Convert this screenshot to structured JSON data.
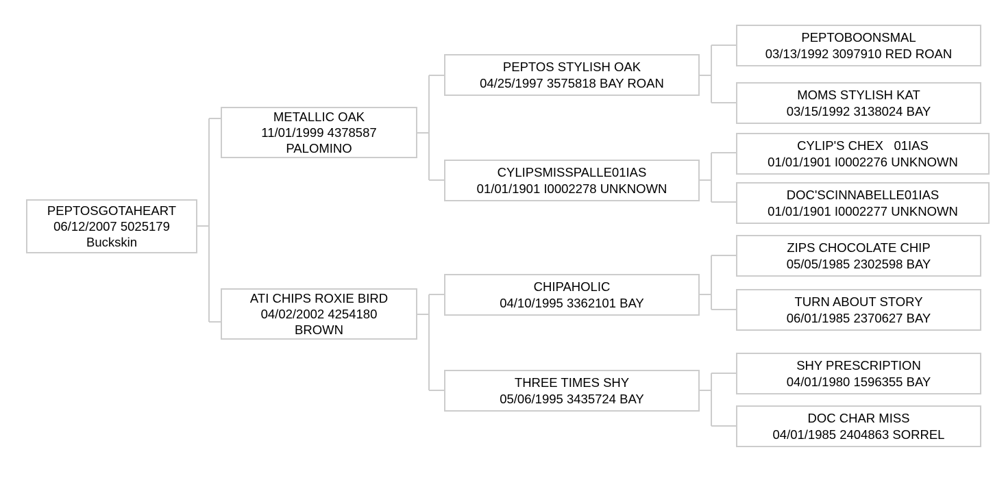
{
  "chart_title": "",
  "style": {
    "box_border_color": "#cccccc",
    "connector_color": "#cccccc",
    "text_color": "#000000",
    "background": "#ffffff"
  },
  "pedigree": {
    "subject": {
      "name": "PEPTOSGOTAHEART",
      "detail": "06/12/2007 5025179",
      "color": "Buckskin"
    },
    "generation_2": [
      {
        "name": "METALLIC OAK",
        "detail": "11/01/1999 4378587",
        "color": "PALOMINO"
      },
      {
        "name": "ATI CHIPS ROXIE BIRD",
        "detail": "04/02/2002 4254180",
        "color": "BROWN"
      }
    ],
    "generation_3": [
      {
        "name": "PEPTOS STYLISH OAK",
        "detail": "04/25/1997 3575818 BAY ROAN"
      },
      {
        "name": "CYLIPSMISSPALLE01IAS",
        "detail": "01/01/1901 I0002278 UNKNOWN"
      },
      {
        "name": "CHIPAHOLIC",
        "detail": "04/10/1995 3362101 BAY"
      },
      {
        "name": "THREE TIMES SHY",
        "detail": "05/06/1995 3435724 BAY"
      }
    ],
    "generation_4": [
      {
        "name": "PEPTOBOONSMAL",
        "detail": "03/13/1992 3097910 RED ROAN"
      },
      {
        "name": "MOMS STYLISH KAT",
        "detail": "03/15/1992 3138024 BAY"
      },
      {
        "name": "CYLIP'S CHEX   01IAS",
        "detail": "01/01/1901 I0002276 UNKNOWN"
      },
      {
        "name": "DOC'SCINNABELLE01IAS",
        "detail": "01/01/1901 I0002277 UNKNOWN"
      },
      {
        "name": "ZIPS CHOCOLATE CHIP",
        "detail": "05/05/1985 2302598 BAY"
      },
      {
        "name": "TURN ABOUT STORY",
        "detail": "06/01/1985 2370627 BAY"
      },
      {
        "name": "SHY PRESCRIPTION",
        "detail": "04/01/1980 1596355 BAY"
      },
      {
        "name": "DOC CHAR MISS",
        "detail": "04/01/1985 2404863 SORREL"
      }
    ]
  }
}
